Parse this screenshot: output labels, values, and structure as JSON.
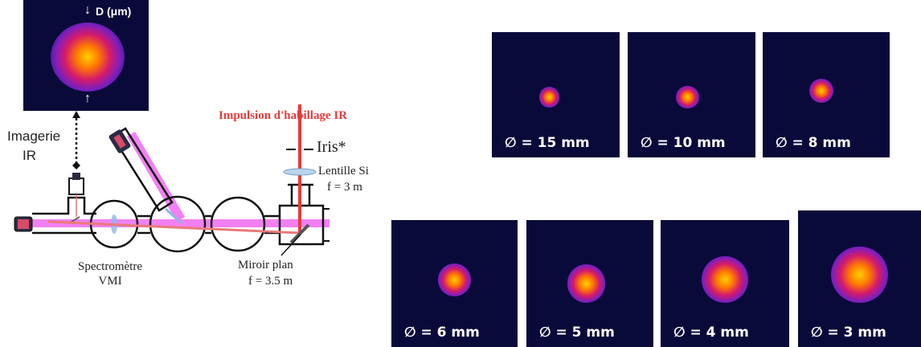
{
  "imaging_panel": {
    "d_label": "D (μm)",
    "caption": [
      "Imagerie",
      "IR"
    ]
  },
  "setup": {
    "ir_pulse_label": "Impulsion d'habillage IR",
    "iris_label": "Iris*",
    "lens_label": "Lentille Si",
    "lens_focal": "f = 3 m",
    "mirror_label": "Miroir plan",
    "mirror_focal": "f = 3.5 m",
    "vmi_label_line1": "Spectromètre",
    "vmi_label_line2": "VMI",
    "colors": {
      "ir_beam": "#e83a3a",
      "xuv_beam": "#f06af0",
      "outline": "#222222"
    }
  },
  "spots": [
    {
      "label": "∅ = 15 mm",
      "size_fraction": 0.16
    },
    {
      "label": "∅ = 10 mm",
      "size_fraction": 0.18
    },
    {
      "label": "∅ = 8 mm",
      "size_fraction": 0.19
    },
    {
      "label": "∅ = 6 mm",
      "size_fraction": 0.26
    },
    {
      "label": "∅ = 5 mm",
      "size_fraction": 0.3
    },
    {
      "label": "∅ = 4 mm",
      "size_fraction": 0.36
    },
    {
      "label": "∅ = 3 mm",
      "size_fraction": 0.46
    }
  ]
}
